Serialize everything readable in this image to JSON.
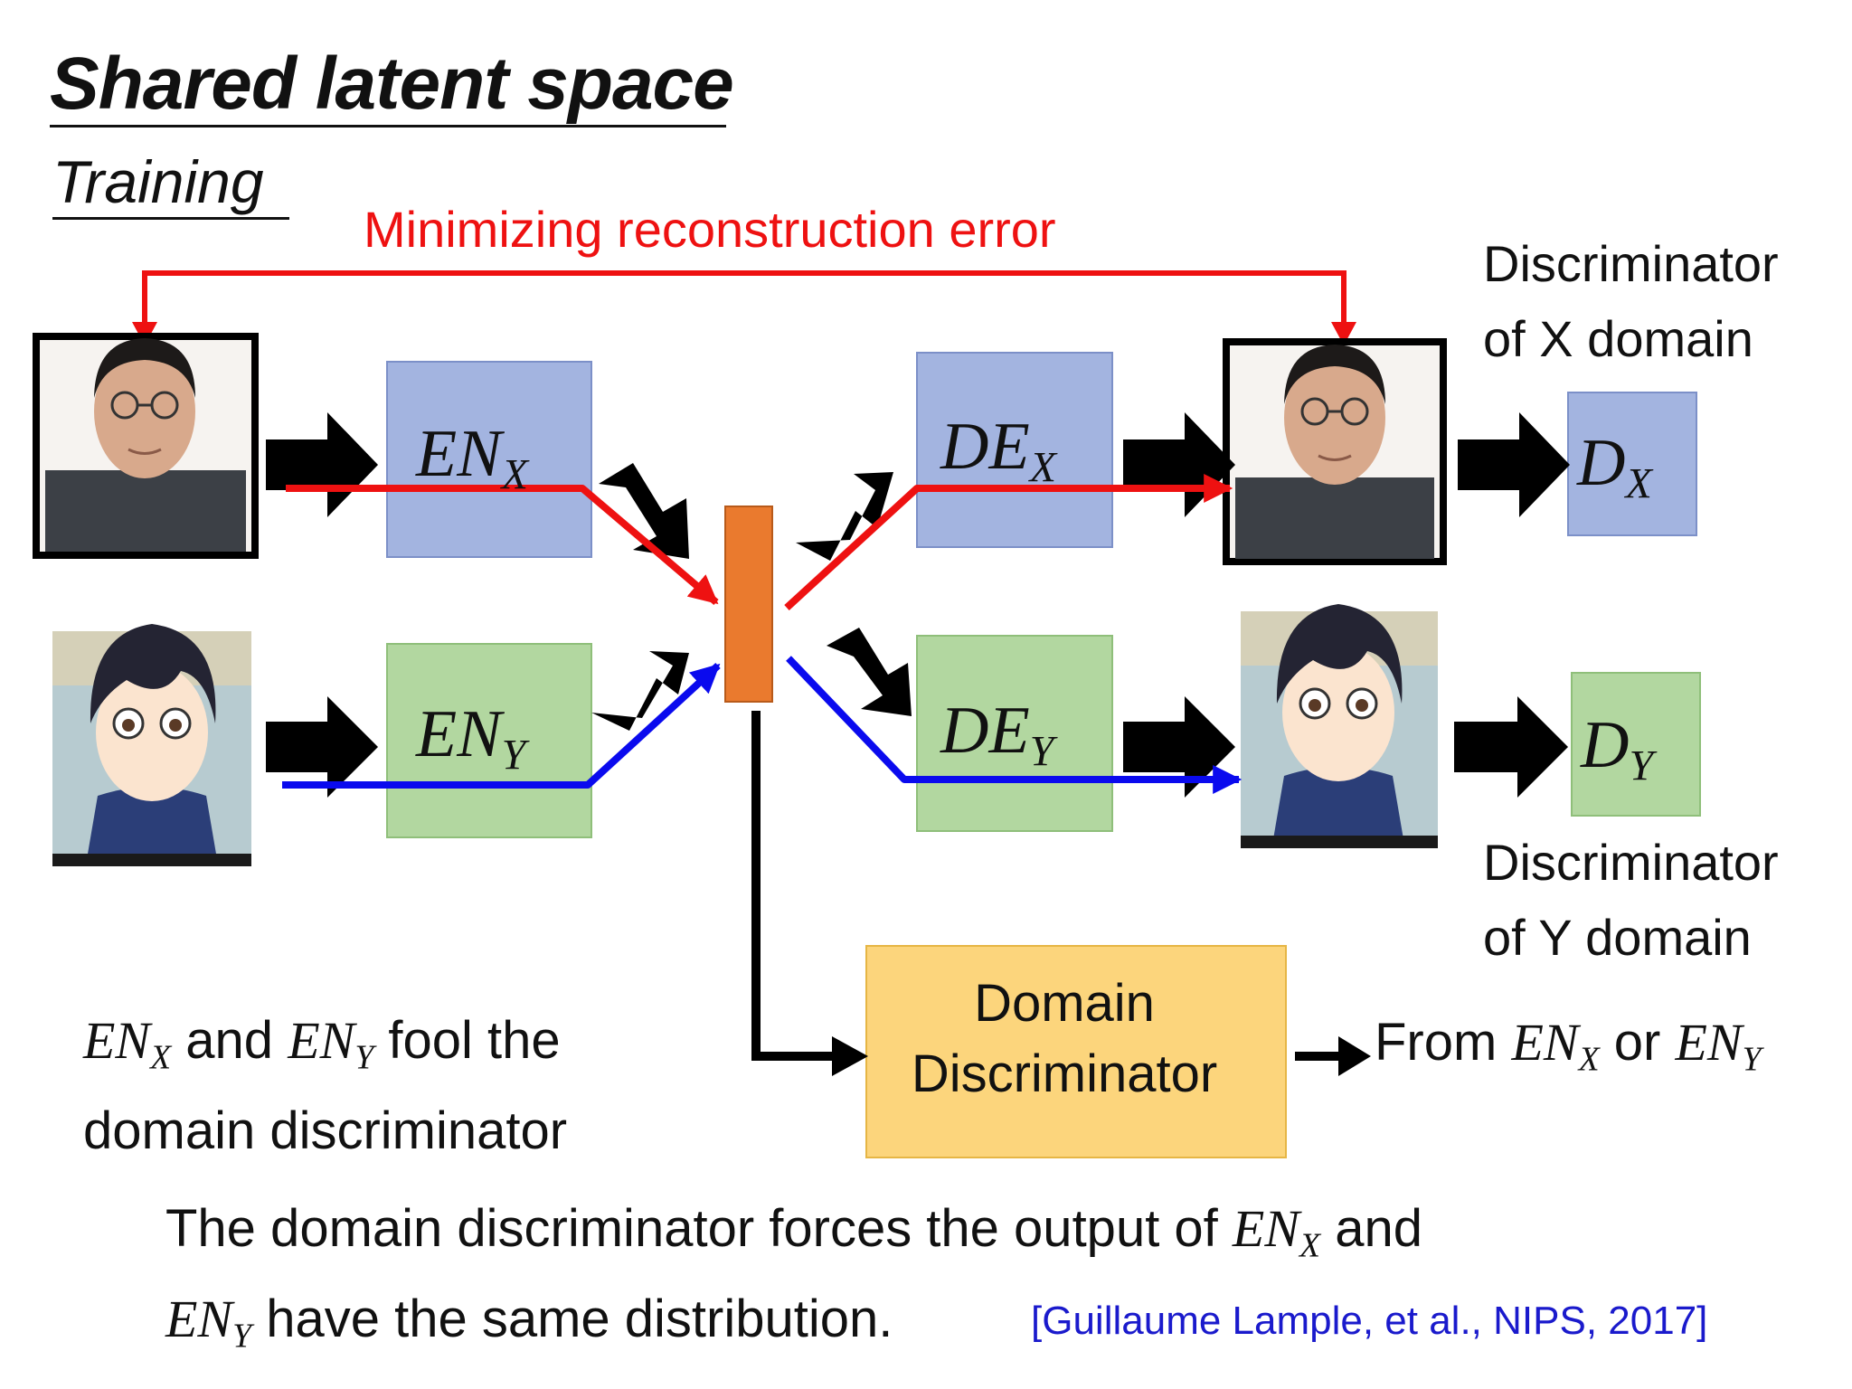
{
  "slide": {
    "title": "Shared latent space",
    "subtitle": "Training",
    "reconstruction_label": "Minimizing reconstruction error",
    "discriminator_x_caption": [
      "Discriminator",
      "of X domain"
    ],
    "discriminator_y_caption": [
      "Discriminator",
      "of Y domain"
    ],
    "domain_discriminator_label": [
      "Domain",
      "Discriminator"
    ],
    "from_prefix": "From",
    "or_word": "or",
    "fool_and": "and",
    "fool_rest": "fool the",
    "fool_line2": "domain discriminator",
    "summary_line1_start": "The domain discriminator forces the output of",
    "summary_line1_end": "and",
    "summary_line2_end": "have the same distribution.",
    "citation": "[Guillaume Lample, et al., NIPS, 2017]"
  },
  "math": {
    "EN": "EN",
    "DE": "DE",
    "D": "D",
    "X": "X",
    "Y": "Y"
  },
  "colors": {
    "encoder_x_fill": "#a3b4e0",
    "decoder_x_fill": "#a3b4e0",
    "encoder_y_fill": "#b2d7a0",
    "decoder_y_fill": "#b2d7a0",
    "disc_x_fill": "#a3b4e0",
    "disc_y_fill": "#b2d7a0",
    "domain_disc_fill": "#fcd57c",
    "latent_fill": "#ea7a2e",
    "reconstruction_path": "#ee1111",
    "y_path": "#0a0aee",
    "citation": "#1a1acc"
  },
  "icons": {
    "real_face_input": "photo-portrait-icon",
    "real_face_output": "photo-portrait-icon",
    "anime_input": "anime-character-icon",
    "anime_output": "anime-character-icon"
  }
}
